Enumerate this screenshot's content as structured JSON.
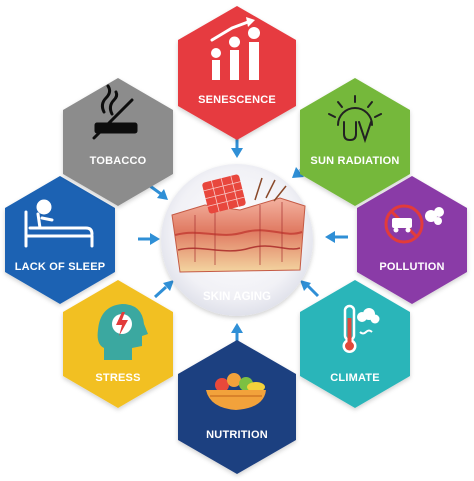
{
  "diagram": {
    "center": {
      "label": "SKIN AGING"
    },
    "factors": [
      {
        "key": "senescence",
        "label": "SENESCENCE",
        "color": "#e63a40",
        "icon": "growth-people-icon"
      },
      {
        "key": "sun",
        "label": "SUN RADIATION",
        "color": "#74b83a",
        "icon": "sun-uv-icon"
      },
      {
        "key": "pollution",
        "label": "POLLUTION",
        "color": "#8a3aa7",
        "icon": "no-car-smoke-icon"
      },
      {
        "key": "climate",
        "label": "CLIMATE",
        "color": "#2ab5b9",
        "icon": "thermometer-cloud-icon"
      },
      {
        "key": "nutrition",
        "label": "NUTRITION",
        "color": "#1f3f80",
        "icon": "food-bowl-icon"
      },
      {
        "key": "stress",
        "label": "STRESS",
        "color": "#f2c023",
        "icon": "head-lightning-icon"
      },
      {
        "key": "sleep",
        "label": "LACK OF SLEEP",
        "color": "#1b62b3",
        "icon": "person-sofa-icon"
      },
      {
        "key": "tobacco",
        "label": "TOBACCO",
        "color": "#8c8c8c",
        "icon": "no-smoking-icon"
      }
    ],
    "arrow_color": "#2f8fd6"
  }
}
